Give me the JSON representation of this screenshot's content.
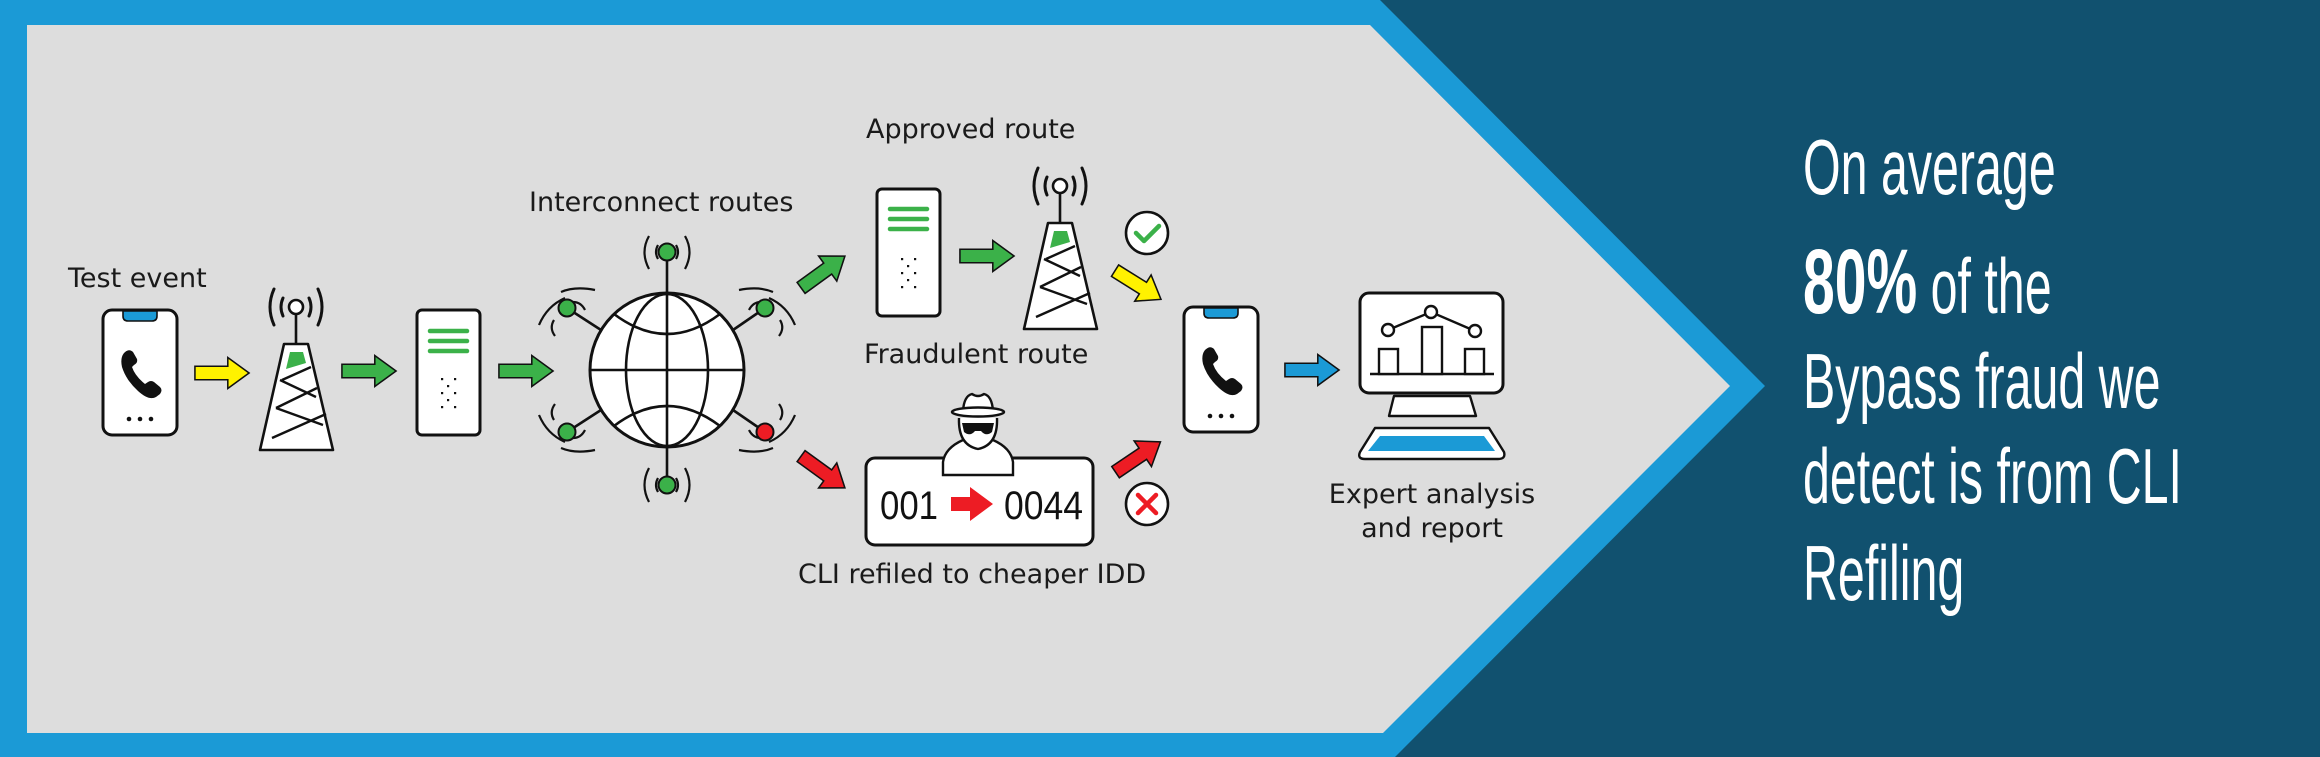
{
  "colors": {
    "background_panel": "#11516f",
    "chevron_border": "#1b9ad6",
    "chevron_fill": "#dddddd",
    "green": "#3bb149",
    "yellow": "#fff200",
    "red": "#ed1c24",
    "blue": "#1b9ad6"
  },
  "diagram": {
    "labels": {
      "test_event": "Test event",
      "interconnect_routes": "Interconnect routes",
      "approved_route": "Approved route",
      "fraudulent_route": "Fraudulent route",
      "cli_refiled": "CLI refiled to cheaper IDD",
      "expert_line1": "Expert analysis",
      "expert_line2": "and report"
    },
    "refile": {
      "from_number": "001",
      "to_number": "0044"
    }
  },
  "stat_panel": {
    "line1": "On average",
    "highlight": "80%",
    "line2_rest": "of the",
    "line3": "Bypass fraud we",
    "line4": "detect is from CLI",
    "line5": "Refiling"
  }
}
